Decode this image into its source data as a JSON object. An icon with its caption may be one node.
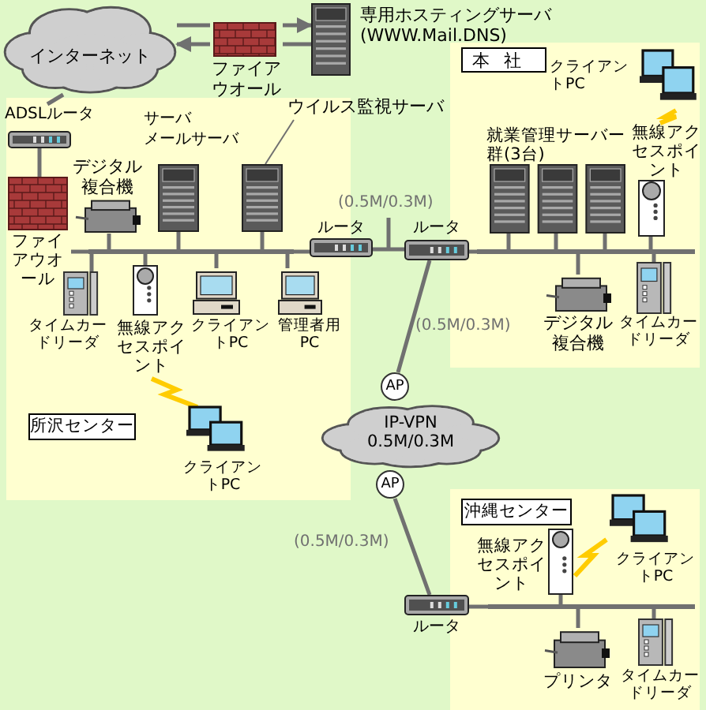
{
  "diagram": {
    "nodes": [
      {
        "text": [
          "インターネット"
        ]
      },
      {
        "text": [
          "ファイアウオール"
        ]
      },
      {
        "text": [
          "専用ホスティングサーバ(WWW.Mail.DNS)"
        ]
      },
      {
        "text": [
          "ADSLルータ"
        ]
      },
      {
        "text": [
          "ファイアウオール"
        ]
      },
      {
        "text": [],
        "shape": "bar"
      },
      {
        "text": [
          "デジタル複合機"
        ]
      },
      {
        "text": [
          "サーバ",
          "メールサーバ"
        ]
      },
      {
        "text": [
          "ウイルス監視サーバ"
        ]
      },
      {
        "text": [],
        "shape": "picture"
      },
      {
        "text": [
          "ルータ"
        ]
      },
      {
        "text": [
          "ルータ"
        ]
      },
      {
        "text": [],
        "shape": "bar"
      },
      {
        "text": [
          "就業管理サーバー群(3台)"
        ]
      },
      {
        "text": [
          "無線アクセスポイント"
        ]
      },
      {
        "text": [
          "クライアントPC"
        ]
      },
      {
        "text": [
          "デジタル複合機"
        ]
      },
      {
        "text": [
          "タイムカードリーダ"
        ]
      },
      {
        "text": [
          "タイムカードリーダ"
        ]
      },
      {
        "text": [
          "無線アクセスポイント"
        ]
      },
      {
        "text": [
          "クライアントPC"
        ]
      },
      {
        "text": [
          "管理者用PC"
        ]
      },
      {
        "text": [
          "所沢センター"
        ]
      },
      {
        "text": [
          "クライアントPC"
        ]
      },
      {
        "text": [
          "本社"
        ]
      },
      {
        "text": [
          "AP"
        ]
      },
      {
        "text": [
          "IP-VPN 0.5M/0.3M"
        ]
      },
      {
        "text": [
          "AP"
        ]
      },
      {
        "text": [
          "沖縄センター"
        ]
      },
      {
        "text": [],
        "shape": "bar"
      },
      {
        "text": [
          "ルータ"
        ]
      },
      {
        "text": [
          "無線アクセスポイント"
        ]
      },
      {
        "text": [
          "クライアントPC"
        ]
      },
      {
        "text": [
          "プリンタ"
        ]
      },
      {
        "text": [
          "タイムカードリーダ"
        ]
      }
    ],
    "edges": [
      {
        "from": 0,
        "to": 1,
        "arrow": "none"
      },
      {
        "from": 1,
        "to": 2,
        "arrow": "to"
      },
      {
        "from": 2,
        "to": 1,
        "arrow": "none"
      },
      {
        "from": 1,
        "to": 0,
        "arrow": "to"
      },
      {
        "from": 0,
        "to": 3,
        "arrow": "none"
      },
      {
        "from": 3,
        "to": 4,
        "arrow": "none"
      },
      {
        "from": 4,
        "to": 5,
        "arrow": "none"
      },
      {
        "from": 6,
        "to": 5,
        "arrow": "none"
      },
      {
        "from": 7,
        "to": 5,
        "arrow": "none"
      },
      {
        "from": 9,
        "to": 5,
        "arrow": "none"
      },
      {
        "from": 18,
        "to": 5,
        "arrow": "none"
      },
      {
        "from": 19,
        "to": 5,
        "arrow": "none"
      },
      {
        "from": 20,
        "to": 5,
        "arrow": "none"
      },
      {
        "from": 21,
        "to": 5,
        "arrow": "none"
      },
      {
        "from": 5,
        "to": 10,
        "arrow": "none"
      },
      {
        "from": 10,
        "to": 11,
        "arrow": "none",
        "label": "(0.5M/0.3M)"
      },
      {
        "from": 11,
        "to": 12,
        "arrow": "none"
      },
      {
        "from": 13,
        "to": 12,
        "arrow": "none"
      },
      {
        "from": 14,
        "to": 12,
        "arrow": "none"
      },
      {
        "from": 16,
        "to": 12,
        "arrow": "none"
      },
      {
        "from": 17,
        "to": 12,
        "arrow": "none"
      },
      {
        "from": 14,
        "to": 15,
        "arrow": "none",
        "color": "#ffcc00"
      },
      {
        "from": 19,
        "to": 23,
        "arrow": "none",
        "color": "#ffcc00"
      },
      {
        "from": 11,
        "to": 25,
        "arrow": "none",
        "label": "(0.5M/0.3M)"
      },
      {
        "from": 27,
        "to": 30,
        "arrow": "none",
        "label": "(0.5M/0.3M)"
      },
      {
        "from": 30,
        "to": 29,
        "arrow": "none"
      },
      {
        "from": 31,
        "to": 29,
        "arrow": "none"
      },
      {
        "from": 33,
        "to": 29,
        "arrow": "none"
      },
      {
        "from": 34,
        "to": 29,
        "arrow": "none"
      },
      {
        "from": 31,
        "to": 32,
        "arrow": "none",
        "color": "#ffcc00"
      },
      {
        "from": 8,
        "to": 9,
        "arrow": "none"
      }
    ]
  }
}
